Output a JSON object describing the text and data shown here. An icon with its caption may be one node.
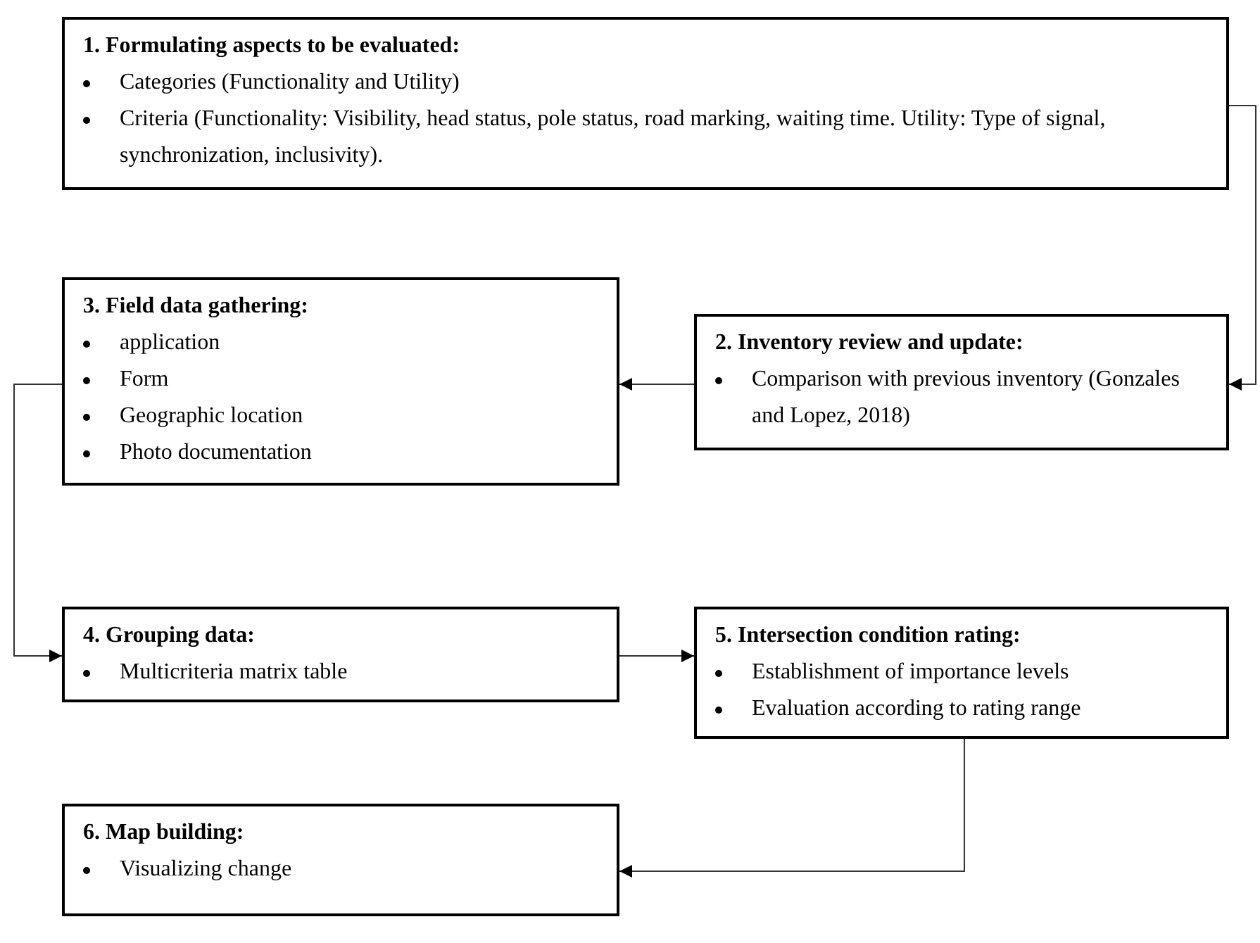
{
  "diagram": {
    "nodes": [
      {
        "text": [
          "1. Formulating aspects to be evaluated:",
          "Categories (Functionality and Utility)",
          "Criteria (Functionality: Visibility, head status, pole status, road marking, waiting time. Utility: Type of signal, synchronization, inclusivity)."
        ]
      },
      {
        "text": [
          "2. Inventory review and update:",
          "Comparison with previous inventory (Gonzales and Lopez, 2018)"
        ]
      },
      {
        "text": [
          "3. Field data gathering:",
          "application",
          "Form",
          "Geographic location",
          "Photo documentation"
        ]
      },
      {
        "text": [
          "4. Grouping data:",
          "Multicriteria matrix table"
        ]
      },
      {
        "text": [
          "5. Intersection condition rating:",
          "Establishment of importance levels",
          "Evaluation according to rating range"
        ]
      },
      {
        "text": [
          "6. Map building:",
          "Visualizing change"
        ]
      }
    ],
    "edges": [
      {
        "from": 0,
        "to": 1,
        "arrow": "to"
      },
      {
        "from": 1,
        "to": 2,
        "arrow": "to"
      },
      {
        "from": 2,
        "to": 3,
        "arrow": "to"
      },
      {
        "from": 3,
        "to": 4,
        "arrow": "to"
      },
      {
        "from": 4,
        "to": 5,
        "arrow": "to"
      }
    ]
  }
}
